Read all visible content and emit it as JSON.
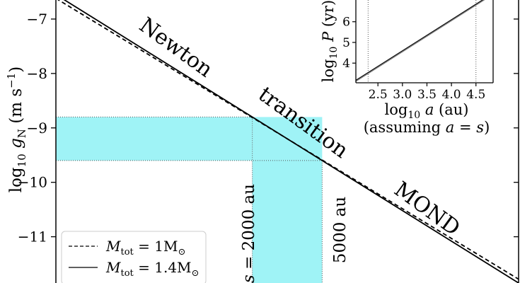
{
  "chart_data": [
    {
      "type": "line",
      "ylabel": {
        "prefix": "log",
        "sub": "10",
        "var": "g",
        "varsub": "N",
        "unit": "(m s",
        "unitsup": "−1",
        "close": ")"
      },
      "yticks": [
        "−7",
        "−8",
        "−9",
        "−10",
        "−11"
      ],
      "ytick_values": [
        -7,
        -8,
        -9,
        -10,
        -11
      ],
      "ylim": [
        -11.85,
        -6.65
      ],
      "series": [
        {
          "values": [
            [
              0,
              -6.55
            ],
            [
              1,
              -11.85
            ]
          ]
        },
        {
          "values": [
            [
              0,
              -6.62
            ],
            [
              1,
              -11.78
            ]
          ]
        }
      ],
      "legend": {
        "position": "bottom-left",
        "entries": [
          {
            "var": "M",
            "sub": "tot",
            "rel": " = 1M",
            "sym": "⊙"
          },
          {
            "var": "M",
            "sub": "tot",
            "rel": " = 1.4M",
            "sym": "⊙"
          }
        ]
      },
      "annotations": [
        {
          "text": "Newton"
        },
        {
          "text": "transition"
        },
        {
          "text": "MOND"
        },
        {
          "var": "s",
          "text": " = 2000 au"
        },
        {
          "text": "5000 au"
        }
      ],
      "transition_band": {
        "y": [
          -9.6,
          -8.8
        ]
      }
    },
    {
      "type": "line",
      "xlabel": {
        "prefix": "log",
        "sub": "10",
        "var": "a",
        "unit": " (au)"
      },
      "xlabel2": {
        "pre": "(assuming ",
        "var1": "a",
        "rel": " = ",
        "var2": "s",
        "post": ")"
      },
      "ylabel": {
        "prefix": "log",
        "sub": "10",
        "var": "P",
        "unit": " (yr)"
      },
      "xticks": [
        "2.5",
        "3.0",
        "3.5",
        "4.0",
        "4.5"
      ],
      "xtick_values": [
        2.5,
        3.0,
        3.5,
        4.0,
        4.5
      ],
      "yticks": [
        "4",
        "5",
        "6"
      ],
      "ytick_values": [
        4,
        5,
        6
      ],
      "xlim": [
        2.05,
        4.85
      ],
      "ylim": [
        3.05,
        7.05
      ],
      "vlines": [
        2.3,
        4.5
      ],
      "series": [
        {
          "values": [
            [
              2.05,
              3.17
            ],
            [
              4.7,
              7.15
            ]
          ]
        },
        {
          "values": [
            [
              2.05,
              3.12
            ],
            [
              4.7,
              7.1
            ]
          ]
        }
      ]
    }
  ]
}
